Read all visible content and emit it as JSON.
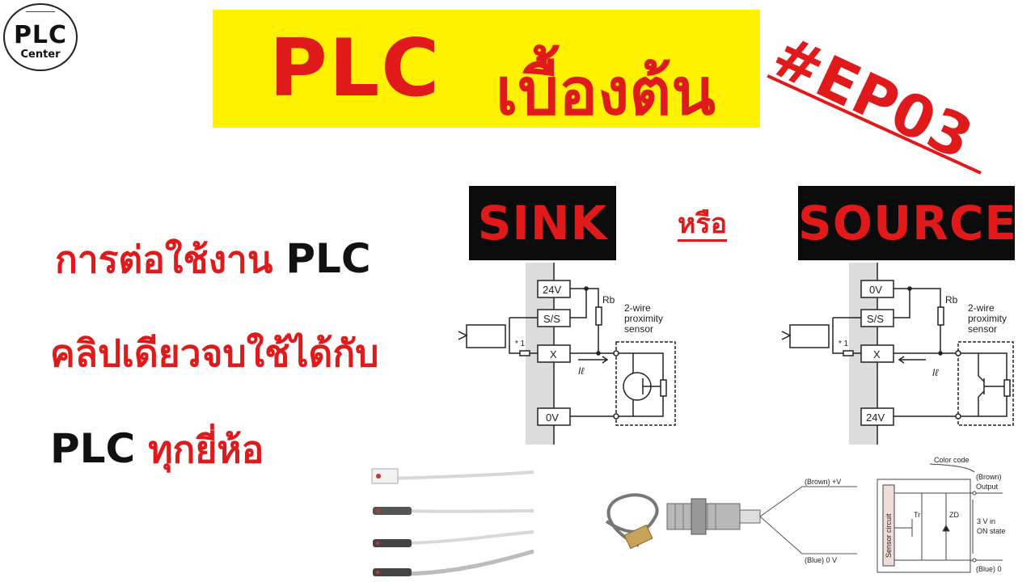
{
  "logo": {
    "line1": "PLC",
    "line2": "Center"
  },
  "banner": {
    "plc": "PLC",
    "thai": "เบื้องต้น",
    "background": "#fff200",
    "text_color": "#e0191b"
  },
  "episode": "#EP03",
  "tags": {
    "sink": "SINK",
    "or": "หรือ",
    "source": "SOURCE"
  },
  "headline": {
    "line1_red": "การต่อใช้งาน",
    "line1_black": "PLC",
    "line2_red": "คลิปเดียวจบใช้ได้กับ",
    "line3_black": "PLC",
    "line3_red": "ทุกยี่ห้อ"
  },
  "sink_diagram": {
    "top_terminal": "24V",
    "ss": "S/S",
    "x": "X",
    "bottom_terminal": "0V",
    "rb": "Rb",
    "note": "* 1",
    "current": "Iℓ",
    "sensor_line1": "2-wire",
    "sensor_line2": "proximity",
    "sensor_line3": "sensor"
  },
  "source_diagram": {
    "top_terminal": "0V",
    "ss": "S/S",
    "x": "X",
    "bottom_terminal": "24V",
    "rb": "Rb",
    "note": "* 1",
    "current": "Iℓ",
    "sensor_line1": "2-wire",
    "sensor_line2": "proximity",
    "sensor_line3": "sensor"
  },
  "wiring": {
    "brown": "(Brown) +V",
    "blue": "(Blue) 0 V"
  },
  "circuit": {
    "color_code": "Color code",
    "brown": "(Brown)",
    "output": "Output",
    "sensor_circuit": "Sensor circuit",
    "tr": "Tr",
    "zd": "ZD",
    "v1": "3 V in",
    "v2": "ON state",
    "blue": "(Blue) 0"
  }
}
